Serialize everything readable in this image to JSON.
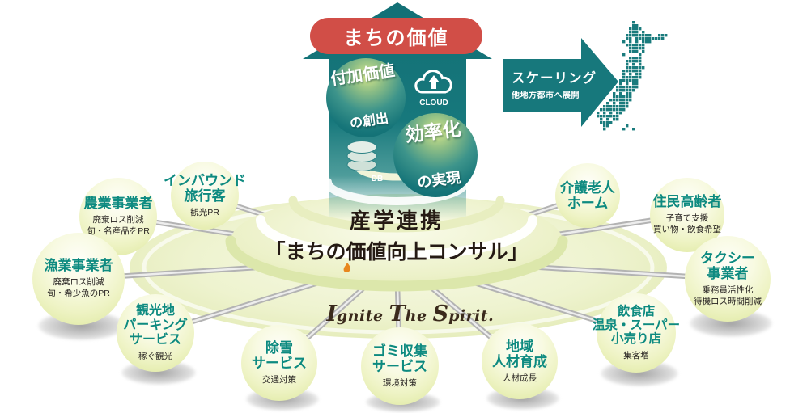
{
  "banner": {
    "label": "まちの価値"
  },
  "arrow_balls": {
    "value_add": {
      "line1": "付加価値",
      "line2": "の創出"
    },
    "efficiency": {
      "line1": "効率化",
      "line2": "の実現"
    }
  },
  "icons": {
    "cloud_label": "CLOUD",
    "db_label": "DB"
  },
  "scaling": {
    "title": "スケーリング",
    "subtitle": "他地方都市へ展開"
  },
  "center": {
    "line1": "産学連携",
    "line2": "「まちの価値向上コンサル」",
    "logo": {
      "w1c": "I",
      "w1r": "gnite",
      "w2c": "T",
      "w2r": "he",
      "w3c": "S",
      "w3r": "pirit."
    }
  },
  "satellites": [
    {
      "id": "agriculture",
      "title": "農業事業者",
      "subtitle": "廃棄ロス削減\n旬・名産品をPR"
    },
    {
      "id": "fishery",
      "title": "漁業事業者",
      "subtitle": "廃棄ロス削減\n旬・希少魚のPR"
    },
    {
      "id": "inbound",
      "title": "インバウンド\n旅行客",
      "subtitle": "観光PR"
    },
    {
      "id": "parking",
      "title": "観光地\nパーキング\nサービス",
      "subtitle": "稼ぐ観光"
    },
    {
      "id": "snow",
      "title": "除雪\nサービス",
      "subtitle": "交通対策"
    },
    {
      "id": "garbage",
      "title": "ゴミ収集\nサービス",
      "subtitle": "環境対策"
    },
    {
      "id": "hr",
      "title": "地域\n人材育成",
      "subtitle": "人材成長"
    },
    {
      "id": "restaurant",
      "title": "飲食店\n温泉・スーパー\n小売り店",
      "subtitle": "集客増"
    },
    {
      "id": "nursing",
      "title": "介護老人\nホーム",
      "subtitle": ""
    },
    {
      "id": "residents",
      "title": "住民高齢者",
      "subtitle": "子育て支援\n買い物・飲食希望"
    },
    {
      "id": "taxi",
      "title": "タクシー\n事業者",
      "subtitle": "乗務員活性化\n待機ロス時間削減"
    }
  ],
  "colors": {
    "teal": "#17787c",
    "red": "#d14e47",
    "satellite_title_green": "#0d8a80",
    "text_dark": "#251a14",
    "platform_green": "#e7eec0"
  }
}
